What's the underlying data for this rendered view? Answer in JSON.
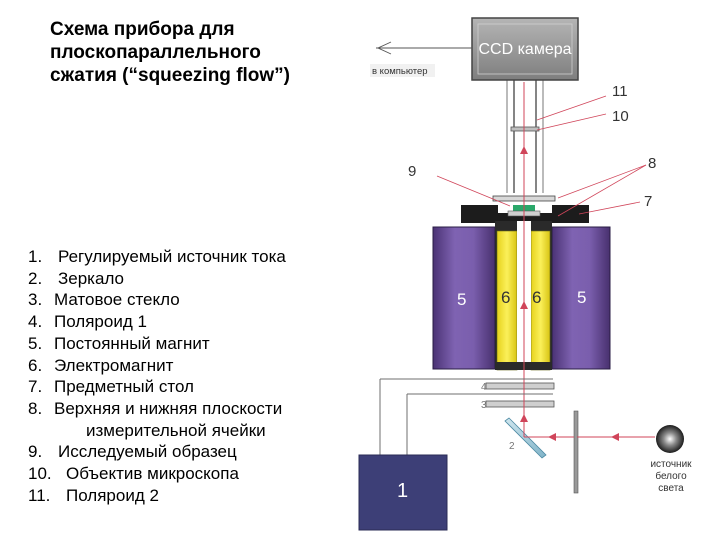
{
  "title": [
    "Схема прибора для",
    "плоскопараллельного",
    "сжатия (“squeezing flow”)"
  ],
  "legend": [
    {
      "num": "1.",
      "text": "Регулируемый источник тока"
    },
    {
      "num": "2.",
      "text": "Зеркало"
    },
    {
      "num": "3.",
      "text": "Матовое стекло"
    },
    {
      "num": "4.",
      "text": "Поляроид 1"
    },
    {
      "num": "5.",
      "text": "Постоянный магнит"
    },
    {
      "num": "6.",
      "text": "Электромагнит"
    },
    {
      "num": "7.",
      "text": "Предметный стол"
    },
    {
      "num": "8.",
      "text": "Верхняя и нижняя плоскости",
      "cont": "измерительной ячейки"
    },
    {
      "num": "9.",
      "text": "Исследуемый образец"
    },
    {
      "num": "10.",
      "text": "Объектив микроскопа"
    },
    {
      "num": "11.",
      "text": "Поляроид 2"
    }
  ],
  "diagram": {
    "camera_label": "CCD камера",
    "computer_label": "в компьютер",
    "light_source_label": [
      "источник",
      "белого",
      "света"
    ],
    "part_labels": {
      "n1": "1",
      "n2": "2",
      "n3": "3",
      "n4": "4",
      "n5_left": "5",
      "n5_right": "5",
      "n6_left": "6",
      "n6_right": "6",
      "n7": "7",
      "n8": "8",
      "n9": "9",
      "n10": "10",
      "n11": "11"
    },
    "colors": {
      "magnet_purple": "#6a4c9c",
      "electromagnet_yellow": "#f1e22c",
      "power_supply_blue": "#3d3f77",
      "beam_red": "#d0455a",
      "camera_gray": "#8f8f8f"
    }
  }
}
